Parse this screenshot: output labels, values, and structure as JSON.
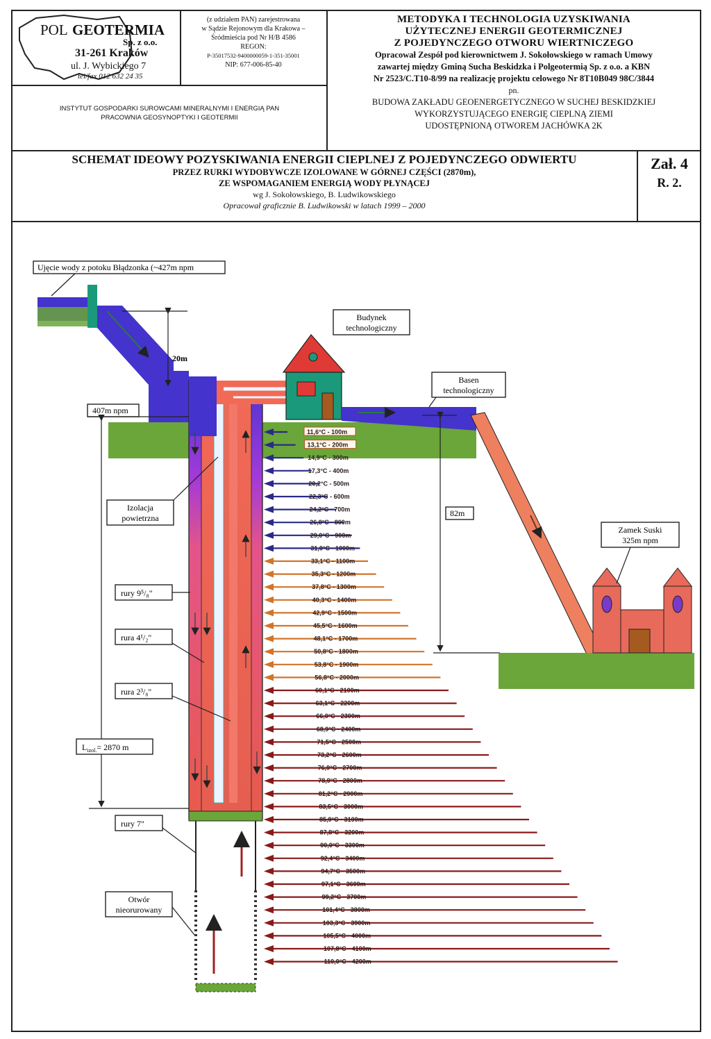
{
  "header": {
    "company_left": "POL",
    "company_right": "GEOTERMIA",
    "company_sp": "Sp. z o.o.",
    "company_postcode": "31-261 Kraków",
    "company_street": "ul. J. Wybickiego 7",
    "company_tel": "tel/fax 012 632 24 35",
    "registration_lines": [
      "(z udziałem PAN) zarejestrowana",
      "w Sądzie Rejonowym dla Krakowa –",
      "Śródmieścia pod Nr H/B 4586",
      "REGON:",
      "P-35017532-9400000059-1-351-35001",
      "NIP: 677-006-85-40"
    ],
    "institute_lines": [
      "INSTYTUT GOSPODARKI SUROWCAMI MINERALNYMI I ENERGIĄ PAN",
      "PRACOWNIA GEOSYNOPTYKI I GEOTERMII"
    ],
    "method_title_lines": [
      "METODYKA I TECHNOLOGIA UZYSKIWANIA",
      "UŻYTECZNEJ ENERGII GEOTERMICZNEJ",
      "Z POJEDYNCZEGO OTWORU WIERTNICZEGO"
    ],
    "method_desc_lines": [
      "Opracował Zespół pod kierownictwem J. Sokołowskiego w ramach Umowy",
      "zawartej między Gminą Sucha Beskidzka i Polgeotermią Sp. z o.o. a KBN",
      "Nr 2523/C.T10-8/99 na realizację projektu celowego Nr 8T10B049 98C/3844"
    ],
    "pn": "pn.",
    "project_lines": [
      "BUDOWA ZAKŁADU GEOENERGETYCZNEGO W SUCHEJ BESKIDZKIEJ",
      "WYKORZYSTUJĄCEGO ENERGIĘ CIEPLNĄ ZIEMI",
      "UDOSTĘPNIONĄ OTWOREM JACHÓWKA 2K"
    ],
    "scheme_title": "SCHEMAT IDEOWY POZYSKIWANIA ENERGII CIEPLNEJ Z POJEDYNCZEGO ODWIERTU",
    "scheme_sub1": "PRZEZ RURKI WYDOBYWCZE IZOLOWANE W GÓRNEJ CZĘŚCI (2870m),",
    "scheme_sub2": "ZE WSPOMAGANIEM ENERGIĄ WODY PŁYNĄCEJ",
    "scheme_authors": "wg J. Sokołowskiego, B. Ludwikowskiego",
    "scheme_graphic": "Opracował graficznie  B. Ludwikowski w latach 1999 – 2000",
    "attachment": "Zał. 4",
    "attachment_ref": "R. 2."
  },
  "diagram": {
    "intake_label": "Ujęcie wody z potoku Błądzonka (~427m npm",
    "drop_label": "20m",
    "elevation_label": "407m npm",
    "building_label_lines": [
      "Budynek",
      "technologiczny"
    ],
    "basin_label_lines": [
      "Basen",
      "technologiczny"
    ],
    "castle_label_lines": [
      "Zamek Suski",
      "325m npm"
    ],
    "height_diff_label": "82m",
    "insulation_label_lines": [
      "Izolacja",
      "powietrzna"
    ],
    "pipe_958_label": "rury 9⁵/₈\"",
    "pipe_412_label": "rura 4¹/₂\"",
    "pipe_238_label": "rura 2³/₈\"",
    "insulated_length_label": "L",
    "insulated_length_sub": "izol.",
    "insulated_length_value": "= 2870 m",
    "pipe_7_label": "rury 7\"",
    "open_hole_label_lines": [
      "Otwór",
      "nieorurowany"
    ],
    "temperatures": [
      "11,6°C - 100m",
      "13,1°C - 200m",
      "14,9°C - 300m",
      "17,3°C - 400m",
      "20,2°C - 500m",
      "22,3°C - 600m",
      "24,2°C - 700m",
      "26,8°C - 800m",
      "29,0°C - 900m",
      "31,0°C - 1000m",
      "33,1°C - 1100m",
      "35,3°C - 1200m",
      "37,8°C - 1300m",
      "40,3°C - 1400m",
      "42,9°C - 1500m",
      "45,5°C - 1600m",
      "48,1°C - 1700m",
      "50,8°C - 1800m",
      "53,8°C - 1900m",
      "56,8°C - 2000m",
      "60,1°C - 2100m",
      "63,1°C - 2200m",
      "66,0°C - 2300m",
      "68,9°C - 2400m",
      "71,5°C - 2500m",
      "73,2°C - 2600m",
      "76,9°C - 2700m",
      "78,9°C - 2800m",
      "81,2°C - 2900m",
      "83,5°C - 3000m",
      "85,9°C - 3100m",
      "87,8°C - 3200m",
      "90,0°C - 3300m",
      "92,4°C - 3400m",
      "94,7°C - 3500m",
      "97,1°C - 3600m",
      "99,2°C - 3700m",
      "101,4°C - 3800m",
      "103,3°C - 3900m",
      "105,5°C - 4000m",
      "107,8°C - 4100m",
      "110,0°C - 4200m"
    ],
    "colors": {
      "cold_water": "#4433cc",
      "hot_water": "#ee6a55",
      "ground": "#6aa63a",
      "building_roof": "#e03a36",
      "building_wall": "#1a9a7a",
      "castle": "#e86a5a",
      "arrow_cold": "#2a2a8a",
      "arrow_warm": "#d2742a",
      "arrow_hot": "#8a1a1a"
    }
  }
}
